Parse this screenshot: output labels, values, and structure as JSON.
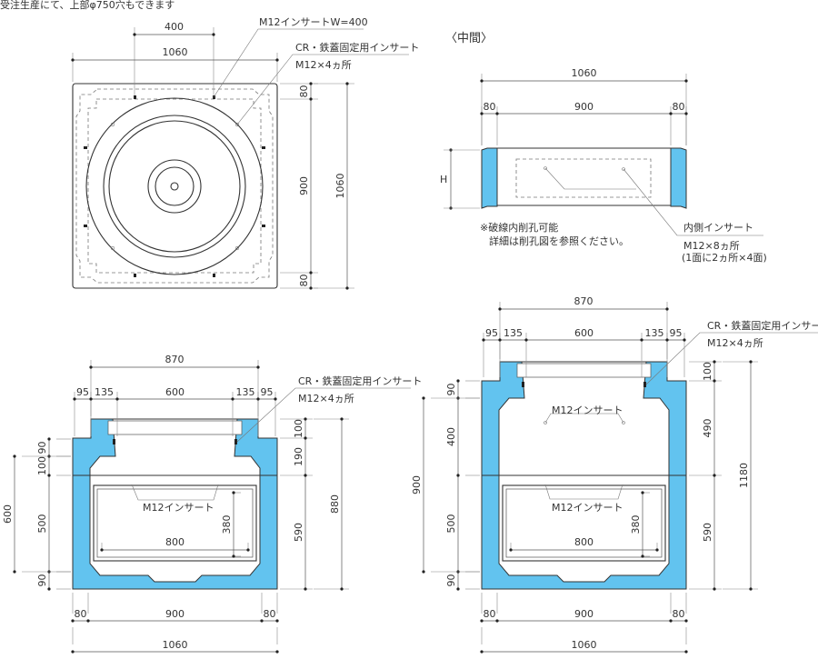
{
  "note_top": "受注生産にて、上部φ750穴もできます",
  "colors": {
    "concrete_section": "#62c3ef",
    "line": "#333333"
  },
  "top_view": {
    "dim_400": "400",
    "dim_1060": "1060",
    "dim_80_top": "80",
    "dim_900": "900",
    "dim_80_bottom": "80",
    "dim_1060_v": "1060",
    "label_insert_w": "M12インサートW=400",
    "label_cr": "CR・鉄蓋固定用インサート",
    "label_cr_qty": "M12×4ヵ所"
  },
  "middle_view": {
    "title": "〈中間〉",
    "dim_1060": "1060",
    "dim_80_left": "80",
    "dim_900": "900",
    "dim_80_right": "80",
    "dim_h": "H",
    "note_line1": "※破線内削孔可能",
    "note_line2": "詳細は削孔図を参照ください。",
    "label_inner_insert": "内側インサート",
    "label_inner_qty": "M12×8ヵ所",
    "label_inner_detail": "(1面に2ヵ所×4面)"
  },
  "section_left": {
    "dim_870": "870",
    "dims_top": [
      "95",
      "135",
      "600",
      "135",
      "95"
    ],
    "dims_left": [
      "90",
      "100",
      "500",
      "90"
    ],
    "dim_600": "600",
    "dims_right": [
      "100",
      "190",
      "590"
    ],
    "dim_880": "880",
    "dims_bottom": [
      "80",
      "900",
      "80"
    ],
    "dim_1060": "1060",
    "dim_800": "800",
    "dim_380": "380",
    "label_m12": "M12インサート",
    "label_cr": "CR・鉄蓋固定用インサート",
    "label_cr_qty": "M12×4ヵ所"
  },
  "section_right": {
    "dim_870": "870",
    "dims_top": [
      "95",
      "135",
      "600",
      "135",
      "95"
    ],
    "dims_left": [
      "90",
      "400",
      "500",
      "90"
    ],
    "dim_900": "900",
    "dims_right": [
      "100",
      "490",
      "590"
    ],
    "dim_1180": "1180",
    "dims_bottom": [
      "80",
      "900",
      "80"
    ],
    "dim_1060": "1060",
    "dim_800": "800",
    "dim_380": "380",
    "label_m12_upper": "M12インサート",
    "label_m12_lower": "M12インサート",
    "label_cr": "CR・鉄蓋固定用インサート",
    "label_cr_qty": "M12×4ヵ所"
  }
}
